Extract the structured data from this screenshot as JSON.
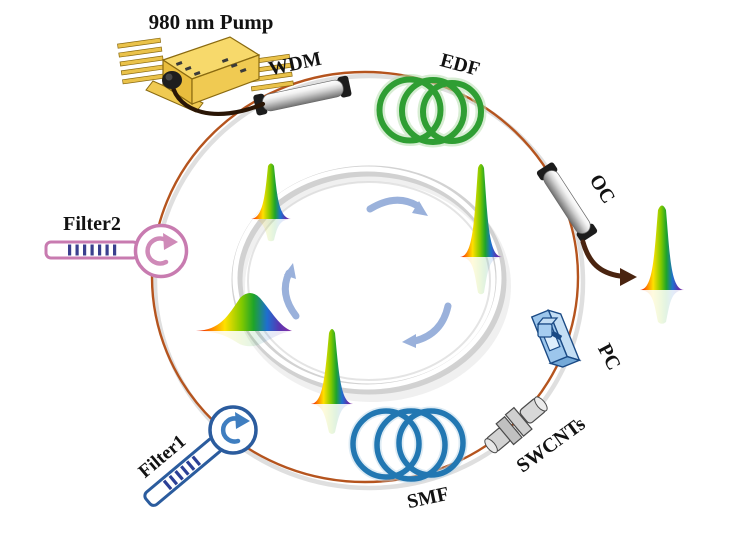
{
  "figure": {
    "labels": {
      "pump": "980 nm Pump",
      "wdm": "WDM",
      "edf": "EDF",
      "oc": "OC",
      "pc": "PC",
      "swcnts": "SWCNTs",
      "smf": "SMF",
      "filter1": "Filter1",
      "filter2": "Filter2"
    },
    "colors": {
      "ring_fiber": "#b5541e",
      "ring_shadow": "#d9d9d9",
      "inner_ring_silver": "#cdcdcd",
      "cycle_arrow_blue": "#92abd8",
      "edf_coil_green": "#2f9e33",
      "smf_coil_blue": "#2277b2",
      "pump_gold": "#f7d96b",
      "pump_fiber_black": "#2a1606",
      "wdm_oc_silver": "#cfcfcf",
      "pc_blue": "#9cc6ec",
      "swcnts_gray": "#cfcfcf",
      "filter1_blue": "#2b5c9e",
      "filter2_pink": "#c87bb0",
      "output_arrow_brown": "#4a2410",
      "pulse_spectrum": [
        "#e00000",
        "#ff7700",
        "#ffe000",
        "#7ec800",
        "#1ea42a",
        "#1e6fd0",
        "#8a30a8"
      ],
      "label_text": "#121212"
    }
  }
}
